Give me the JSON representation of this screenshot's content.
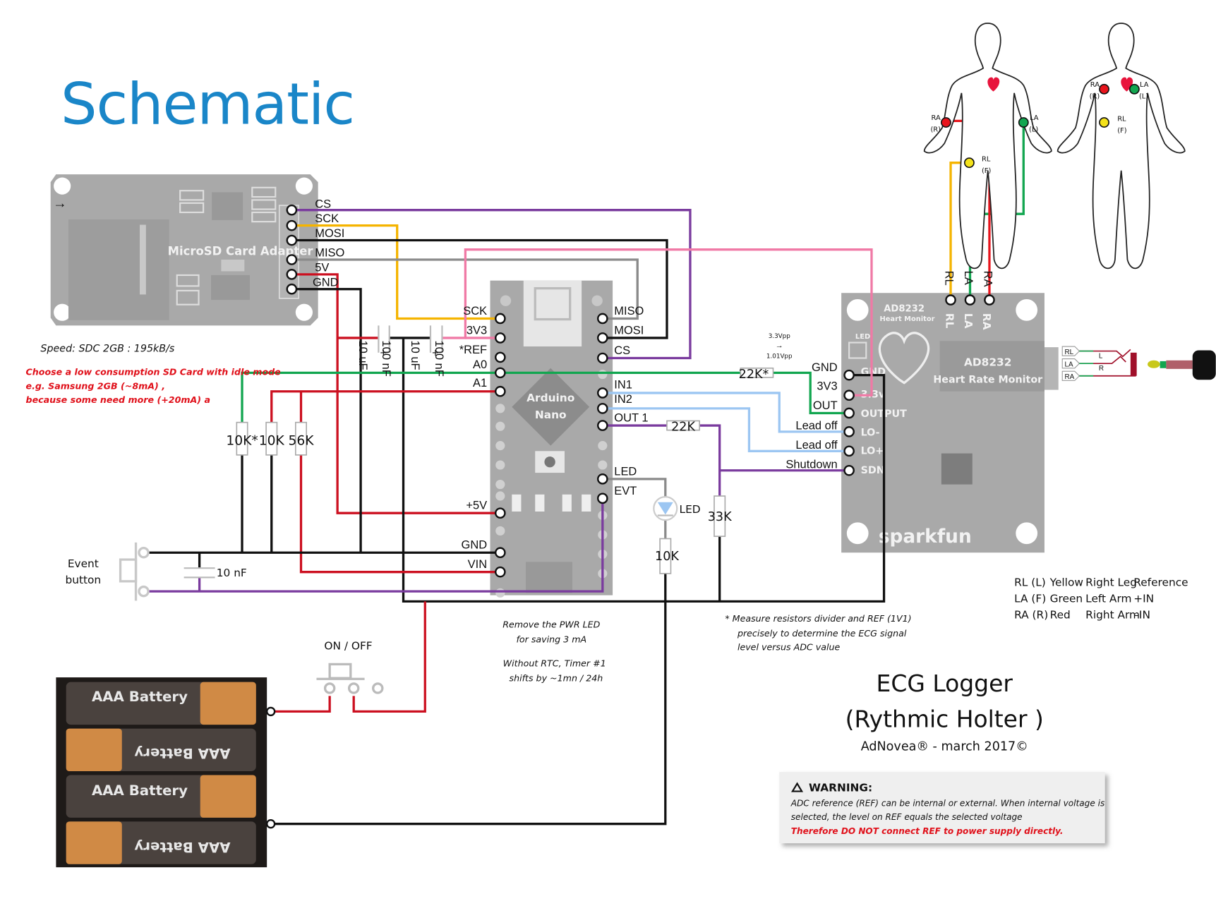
{
  "title": "Schematic",
  "sd_card": {
    "label": "MicroSD Card Adapter",
    "pins": [
      "CS",
      "SCK",
      "MOSI",
      "MISO",
      "5V",
      "GND"
    ],
    "speed_note": "Speed: SDC  2GB : 195kB/s",
    "warning_lines": [
      "Choose a low consumption  SD Card with  idle mode",
      "e.g. Samsung 2GB (~8mA) ,",
      "because some need more (+20mA) a"
    ]
  },
  "arduino": {
    "label_line1": "Arduino",
    "label_line2": "Nano",
    "left_pins": [
      "SCK",
      "3V3",
      "*REF",
      "A0",
      "A1",
      "+5V",
      "GND",
      "VIN"
    ],
    "right_pins": [
      "MISO",
      "MOSI",
      "CS",
      "IN1",
      "IN2",
      "OUT 1",
      "LED",
      "EVT"
    ],
    "notes": [
      "Remove the PWR LED",
      "for saving 3 mA",
      "Without RTC, Timer #1",
      "shifts by ~1mn / 24h"
    ]
  },
  "capacitors": {
    "c1": "10 uF",
    "c2": "100 nF",
    "c3": "10 uF",
    "c4": "100 nF",
    "event": "10 nF"
  },
  "resistors": {
    "r_10k_star": "10K*",
    "r_10k": "10K",
    "r_56k": "56K",
    "r_22k_star": "22K*",
    "r_22k": "22K",
    "r_33k": "33K",
    "r_led": "10K"
  },
  "signal_note": {
    "line1": "3.3Vpp",
    "arrow": "→",
    "line2": "1.01Vpp"
  },
  "led_label": "LED",
  "event_button": {
    "line1": "Event",
    "line2": "button"
  },
  "power_switch_label": "ON / OFF",
  "battery_label": "AAA Battery",
  "ad8232": {
    "silk_title": "AD8232",
    "silk_subtitle": "Heart Monitor",
    "label_line1": "AD8232",
    "label_line2": "Heart Rate Monitor",
    "led_silk": "LED",
    "brand": "sparkfun",
    "pins_left": [
      {
        "label": "GND",
        "silk": "GND"
      },
      {
        "label": "3V3",
        "silk": "3.3v"
      },
      {
        "label": "OUT",
        "silk": "OUTPUT"
      },
      {
        "label": "Lead off",
        "silk": "LO-"
      },
      {
        "label": "Lead off",
        "silk": "LO+"
      },
      {
        "label": "Shutdown",
        "silk": "SDN"
      }
    ],
    "pins_top": [
      "RL",
      "LA",
      "RA"
    ]
  },
  "jack": {
    "rings": [
      "RL",
      "LA",
      "RA"
    ],
    "channels": [
      "L",
      "R"
    ]
  },
  "body_figure_1": {
    "electrodes": [
      {
        "name": "RA",
        "sub": "(R)",
        "color": "#e8141c"
      },
      {
        "name": "LA",
        "sub": "(L)",
        "color": "#12a650"
      },
      {
        "name": "RL",
        "sub": "(F)",
        "color": "#f4e21a"
      }
    ]
  },
  "body_figure_2": {
    "electrodes": [
      {
        "name": "RA",
        "sub": "(R)",
        "color": "#e8141c"
      },
      {
        "name": "LA",
        "sub": "(L)",
        "color": "#12a650"
      },
      {
        "name": "RL",
        "sub": "(F)",
        "color": "#f4e21a"
      }
    ]
  },
  "lead_table": {
    "rows": [
      [
        "RL (L)",
        "Yellow",
        "Right Leg",
        "Reference"
      ],
      [
        "LA (F)",
        "Green",
        "Left Arm",
        "+IN"
      ],
      [
        "RA (R)",
        "Red",
        "Right Arm",
        "–IN"
      ]
    ]
  },
  "measure_note": [
    "*   Measure resistors divider  and REF (1V1)",
    "precisely to determine the  ECG signal",
    "level versus ADC value"
  ],
  "project": {
    "title": "ECG Logger",
    "subtitle": "(Rythmic Holter )",
    "credit": "AdNovea® - march 2017©"
  },
  "warning_box": {
    "icon": "warning-triangle",
    "heading": "WARNING:",
    "line1": "ADC reference (REF) can be  internal or external.  When internal voltage is",
    "line2": "selected, the level on REF equals the selected voltage",
    "line3": "Therefore DO NOT connect REF to power supply  directly."
  },
  "wire_colors": {
    "purple": "#7a3b9e",
    "yellow": "#f5b400",
    "black": "#111111",
    "gray": "#8a8a8a",
    "red": "#cc1020",
    "pink": "#f07aa6",
    "green": "#12a650",
    "lightblue": "#9cc6f2"
  }
}
